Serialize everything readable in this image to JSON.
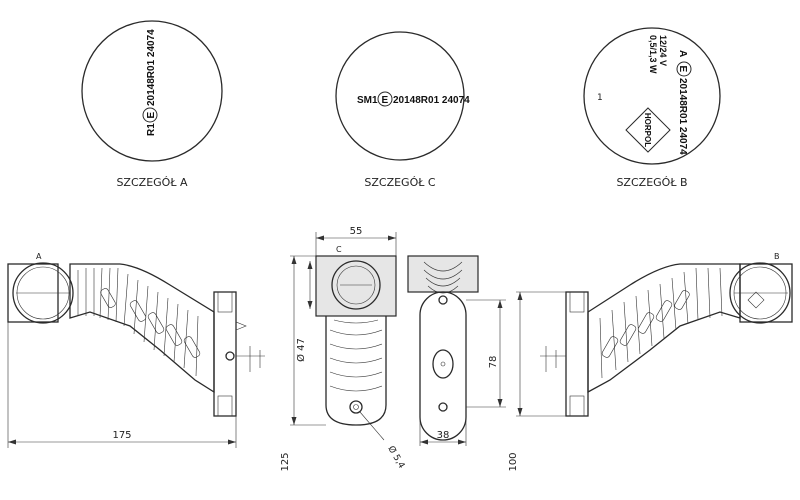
{
  "details": {
    "a": {
      "label": "SZCZEGÓŁ A",
      "prefix": "R1",
      "approval": "20148R01 24074"
    },
    "c": {
      "label": "SZCZEGÓŁ C",
      "prefix": "SM1",
      "approval": "20148R01 24074"
    },
    "b": {
      "label": "SZCZEGÓŁ B",
      "prefix": "A",
      "approval": "20148R01 24074",
      "voltage": "12/24 V",
      "power": "0,5/1,3 W",
      "digit": "1",
      "brand": "HORPOL"
    }
  },
  "emark_letter": "E",
  "view_markers": {
    "left": "A",
    "center": "C",
    "right": "B"
  },
  "dimensions": {
    "width_top": "55",
    "diameter_lens": "Ø 47",
    "hole": "Ø 5,4",
    "height_right": "78",
    "base_width": "38",
    "length_left": "175",
    "height_left": "125",
    "height_right_view": "100"
  }
}
